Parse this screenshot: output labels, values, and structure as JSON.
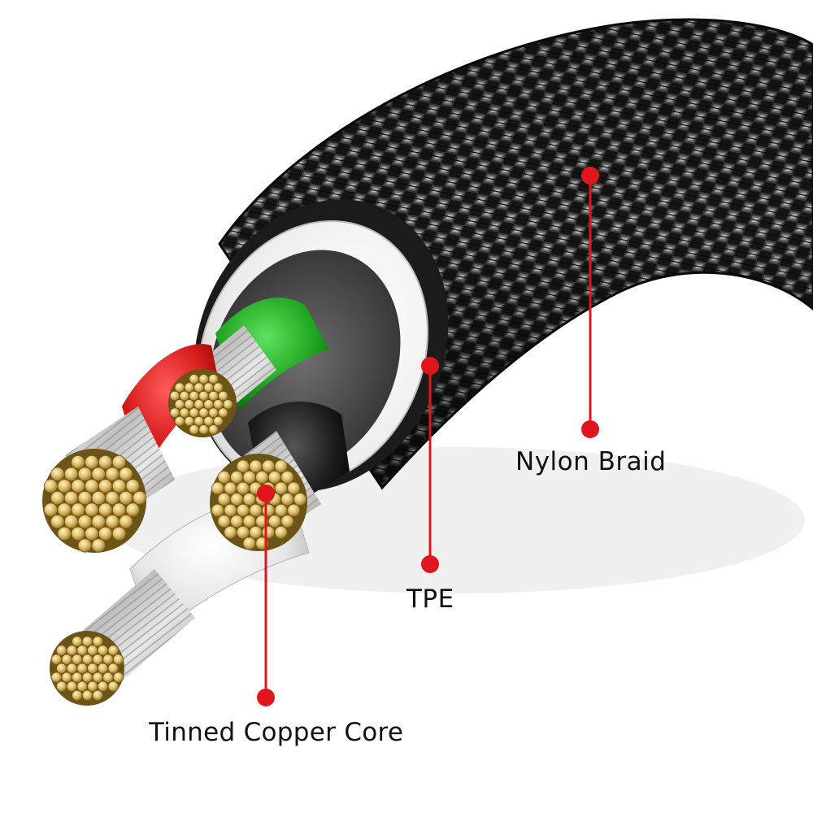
{
  "diagram": {
    "subject": "cable cross-section",
    "labels": {
      "nylon_braid": "Nylon Braid",
      "tpe": "TPE",
      "core": "Tinned Copper Core"
    },
    "conductor_colors": [
      "red",
      "green",
      "white",
      "black"
    ],
    "colors": {
      "callout": "#e0161f",
      "braid_dark": "#141414",
      "braid_light": "#d8d8d8",
      "tpe_jacket": "#f4f4f4",
      "copper_tinned": "#d8b86a",
      "wire_red": "#d61a1a",
      "wire_green": "#1fa51f",
      "wire_white": "#f2f2f2",
      "wire_black": "#1a1a1a"
    }
  }
}
